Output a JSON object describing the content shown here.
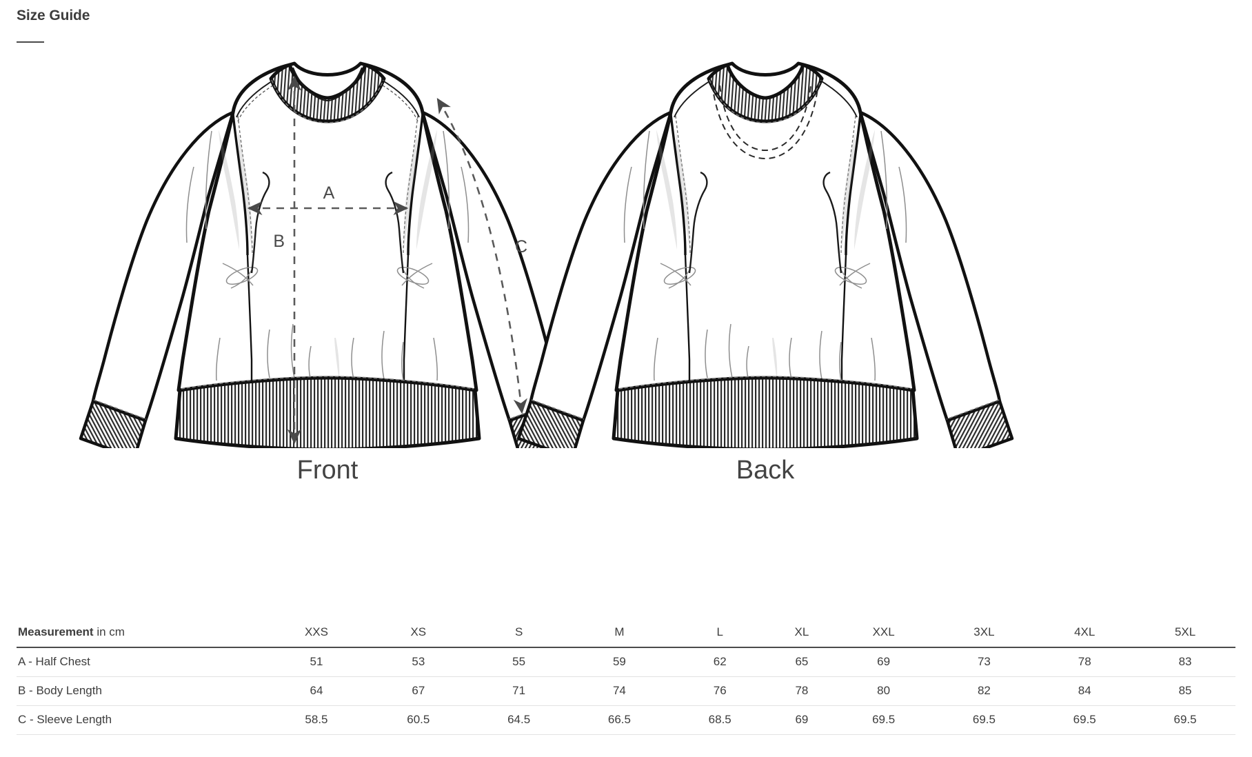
{
  "header": {
    "title": "Size Guide"
  },
  "illustration": {
    "front": {
      "caption": "Front",
      "dimension_labels": [
        {
          "key": "A",
          "label": "A",
          "meaning": "Half Chest"
        },
        {
          "key": "B",
          "label": "B",
          "meaning": "Body Length"
        },
        {
          "key": "C",
          "label": "C",
          "meaning": "Sleeve Length"
        }
      ]
    },
    "back": {
      "caption": "Back",
      "dimension_labels": []
    },
    "line_color": "#5a5a5a",
    "stroke_color": "#111111"
  },
  "table": {
    "measurement_header": {
      "strong": "Measurement",
      "unit": " in cm"
    },
    "columns": [
      "XXS",
      "XS",
      "S",
      "M",
      "L",
      "XL",
      "XXL",
      "3XL",
      "4XL",
      "5XL"
    ],
    "rows": [
      {
        "label": "A - Half Chest",
        "values": [
          "51",
          "53",
          "55",
          "59",
          "62",
          "65",
          "69",
          "73",
          "78",
          "83"
        ]
      },
      {
        "label": "B - Body Length",
        "values": [
          "64",
          "67",
          "71",
          "74",
          "76",
          "78",
          "80",
          "82",
          "84",
          "85"
        ]
      },
      {
        "label": "C - Sleeve Length",
        "values": [
          "58.5",
          "60.5",
          "64.5",
          "66.5",
          "68.5",
          "69",
          "69.5",
          "69.5",
          "69.5",
          "69.5"
        ]
      }
    ]
  }
}
